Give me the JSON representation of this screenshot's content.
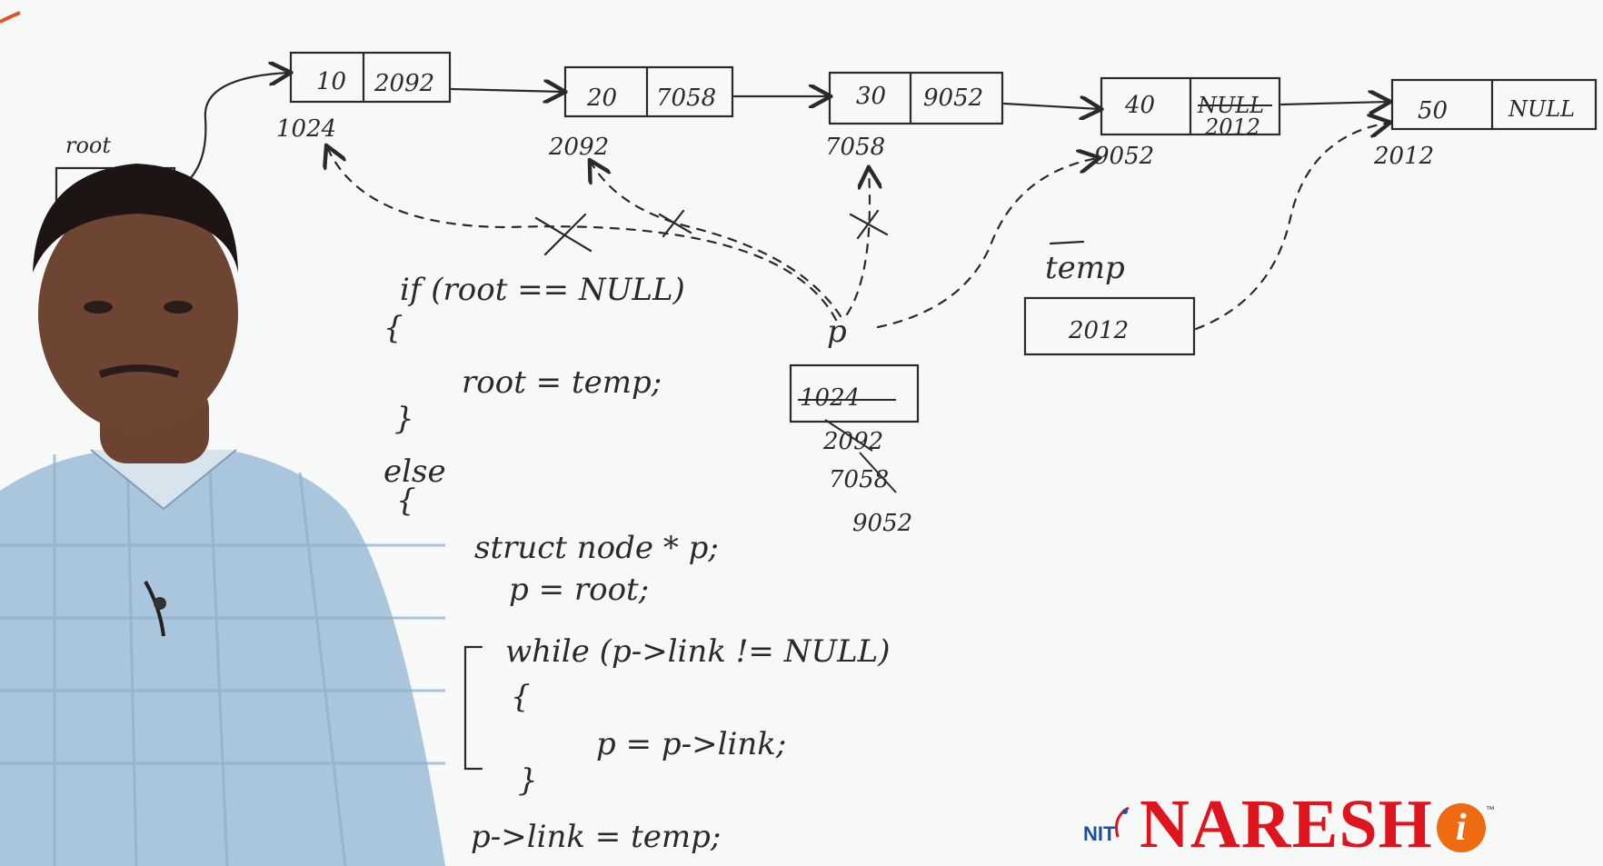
{
  "board": {
    "root_label": "root",
    "nodes": [
      {
        "data": "10",
        "link": "2092",
        "address": "1024"
      },
      {
        "data": "20",
        "link": "7058",
        "address": "2092"
      },
      {
        "data": "30",
        "link": "9052",
        "address": "7058"
      },
      {
        "data": "40",
        "link": "NULL",
        "link_new": "2012",
        "address": "9052"
      },
      {
        "data": "50",
        "link": "NULL",
        "address": "2012"
      }
    ],
    "temp_label": "temp",
    "temp_value": "2012",
    "p_label": "p",
    "p_values": [
      "1024",
      "2092",
      "7058",
      "9052"
    ],
    "code": [
      "if (root == NULL)",
      "{",
      "root = temp;",
      "}",
      "else",
      "{",
      "struct node * p;",
      "p = root;",
      "while (p->link != NULL)",
      "{",
      "p = p->link;",
      "}",
      "p->link = temp;"
    ]
  },
  "logo": {
    "brand": "NARESH",
    "i_letter": "i",
    "tm": "™",
    "mark": "NIT"
  },
  "colors": {
    "board": "#f7f8f8",
    "ink": "#2a2a2e",
    "brand_red": "#e0141c",
    "brand_orange": "#ef6b12",
    "shirt": "#a9c6dc"
  }
}
